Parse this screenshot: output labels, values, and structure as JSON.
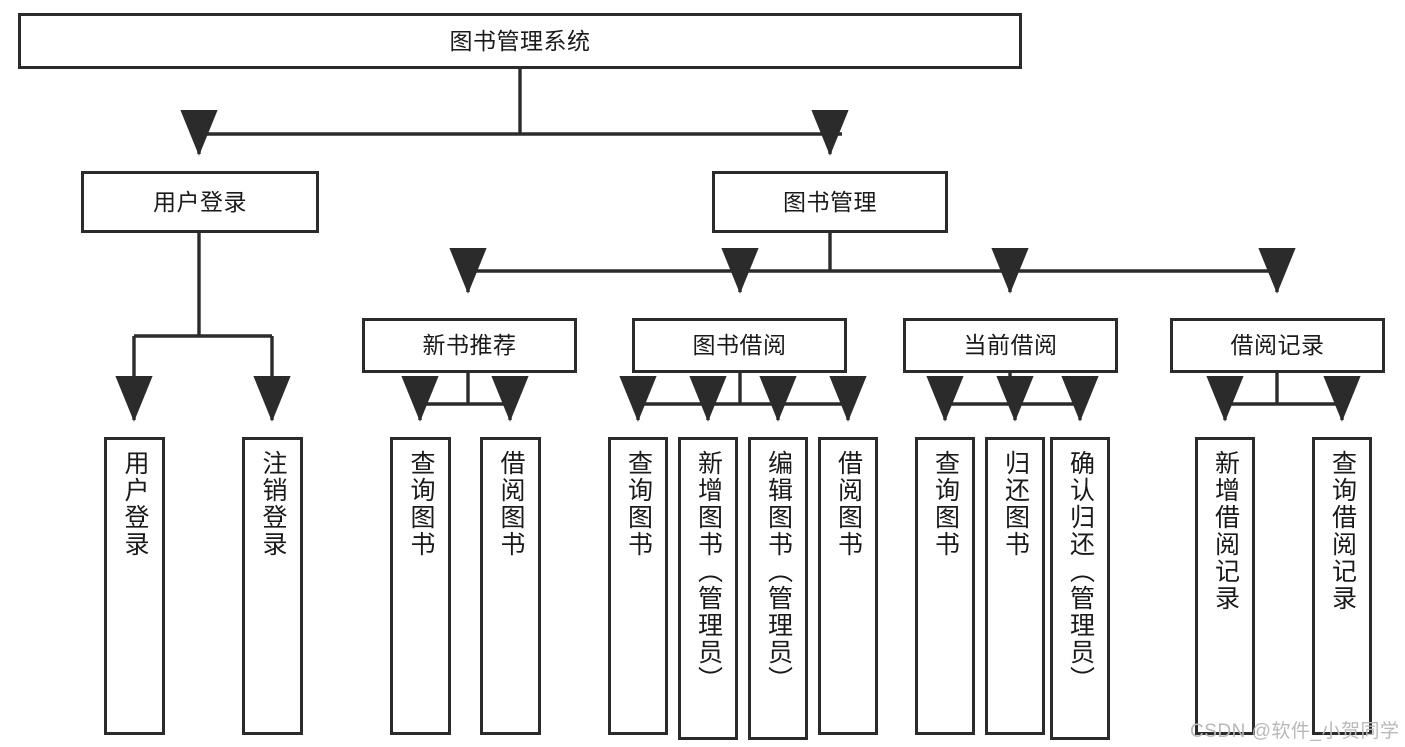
{
  "diagram": {
    "title": "图书管理系统",
    "type": "tree-hierarchy",
    "colors": {
      "border": "#2b2b2b",
      "background": "#ffffff",
      "text": "#1a1a1a",
      "connector": "#2b2b2b",
      "watermark": "#b9b9b9"
    },
    "levels": {
      "root": {
        "label": "图书管理系统"
      },
      "level2": [
        {
          "label": "用户登录"
        },
        {
          "label": "图书管理"
        }
      ],
      "level3": [
        {
          "label": "新书推荐"
        },
        {
          "label": "图书借阅"
        },
        {
          "label": "当前借阅"
        },
        {
          "label": "借阅记录"
        }
      ],
      "leaves": {
        "user_login": [
          {
            "label": "用户登录"
          },
          {
            "label": "注销登录"
          }
        ],
        "new_book_recommend": [
          {
            "label": "查询图书"
          },
          {
            "label": "借阅图书"
          }
        ],
        "book_borrow": [
          {
            "label": "查询图书"
          },
          {
            "label": "新增图书（管理员）"
          },
          {
            "label": "编辑图书（管理员）"
          },
          {
            "label": "借阅图书"
          }
        ],
        "current_borrow": [
          {
            "label": "查询图书"
          },
          {
            "label": "归还图书"
          },
          {
            "label": "确认归还（管理员）"
          }
        ],
        "borrow_record": [
          {
            "label": "新增借阅记录"
          },
          {
            "label": "查询借阅记录"
          }
        ]
      }
    }
  },
  "watermark": {
    "text": "CSDN @软件_小贺同学"
  }
}
